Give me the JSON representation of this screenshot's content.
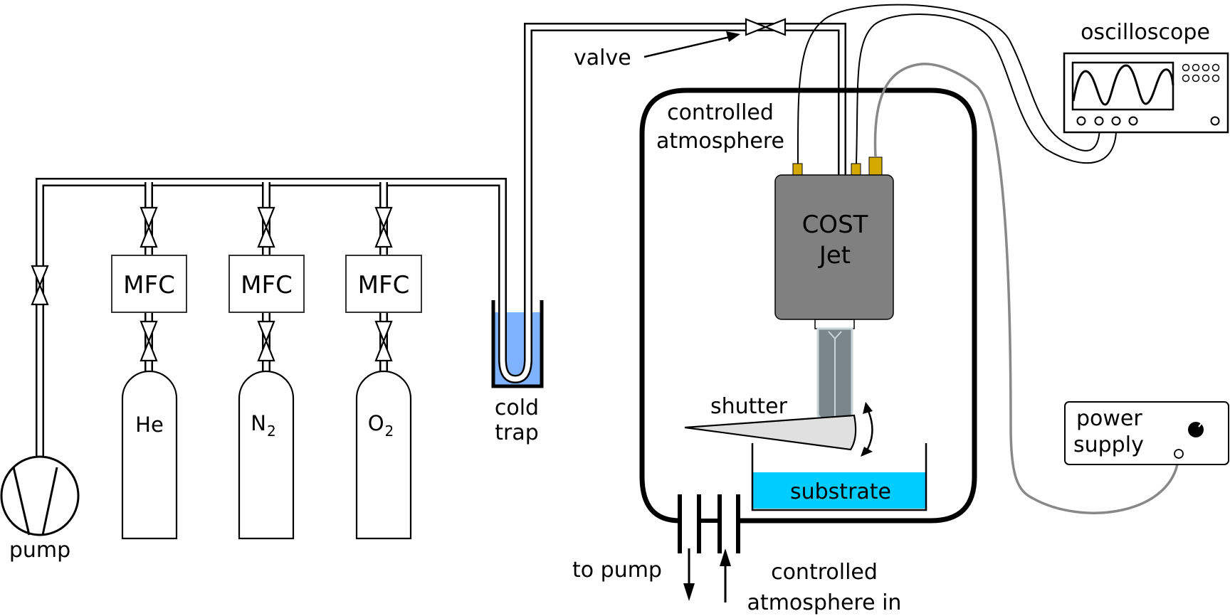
{
  "diagram": {
    "title": "COST Jet experimental setup schematic",
    "labels": {
      "pump": "pump",
      "mfc": "MFC",
      "cylinders": [
        {
          "name": "He",
          "base": "He",
          "subscript": ""
        },
        {
          "name": "N2",
          "base": "N",
          "subscript": "2"
        },
        {
          "name": "O2",
          "base": "O",
          "subscript": "2"
        }
      ],
      "cold_trap_line1": "cold",
      "cold_trap_line2": "trap",
      "valve": "valve",
      "chamber_line1": "controlled",
      "chamber_line2": "atmosphere",
      "jet_line1": "COST",
      "jet_line2": "Jet",
      "shutter": "shutter",
      "substrate": "substrate",
      "to_pump": "to pump",
      "atmosphere_in_line1": "controlled",
      "atmosphere_in_line2": "atmosphere in",
      "oscilloscope": "oscilloscope",
      "power_supply_line1": "power",
      "power_supply_line2": "supply"
    },
    "colors": {
      "jet_body": "#808080",
      "connector": "#d4aa00",
      "cold_trap_liquid": "#80b3ff",
      "substrate": "#00ccff",
      "shutter": "#e0e0e0",
      "nozzle": "#7a868b",
      "nozzle_outline": "#c8d5da",
      "hv_cable": "#888888"
    }
  }
}
